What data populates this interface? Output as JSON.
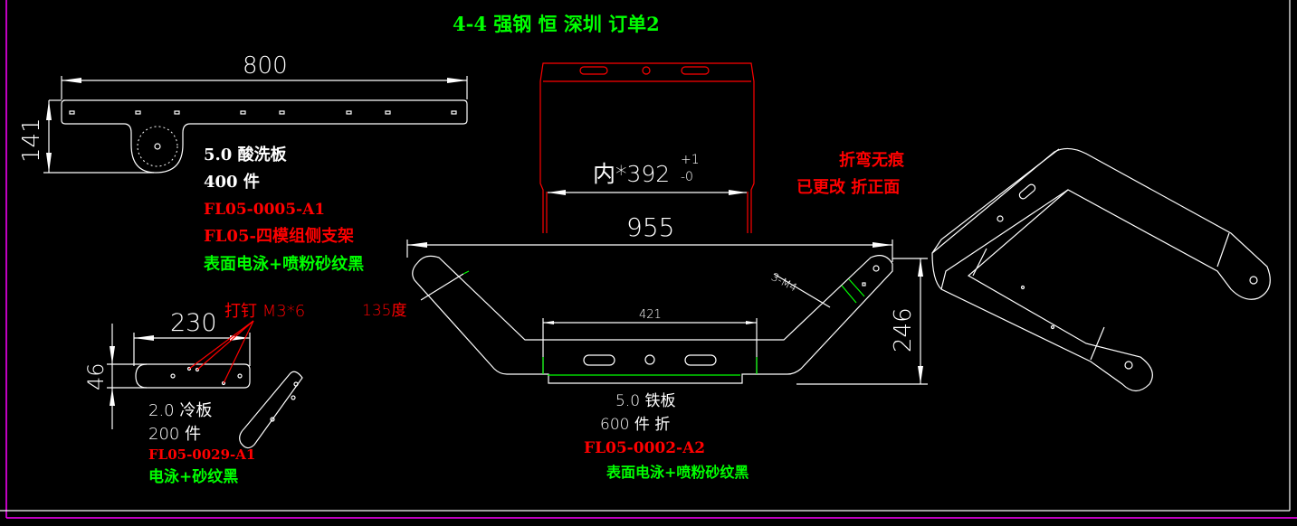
{
  "title": "4-4 强钢 恒 深圳 订单2",
  "colors": {
    "background": "#000000",
    "lines": "#ffffff",
    "red": "#ff0000",
    "green": "#00ff00",
    "frame": "#ff00ff"
  },
  "part1": {
    "dim_width": "800",
    "dim_height": "141",
    "thickness_material": "5.0 酸洗板",
    "quantity": "400 件",
    "part_no": "FL05-0005-A1",
    "part_name": "FL05-四模组侧支架",
    "finish": "表面电泳+喷粉砂纹黑"
  },
  "part2": {
    "dim_width": "230",
    "dim_height": "46",
    "rivet_note": "打钉 M3*6",
    "thickness_material": "2.0 冷板",
    "quantity": "200 件",
    "part_no": "FL05-0029-A1",
    "finish": "电泳+砂纹黑"
  },
  "part3": {
    "inner_dim": "内*392",
    "tol_plus": "+1",
    "tol_minus": "-0",
    "dim_width": "955",
    "dim_inner": "421",
    "dim_height": "246",
    "angle_note": "135度",
    "hole_note": "3-M4",
    "bend_note": "折弯无痕",
    "change_note": "已更改 折正面",
    "thickness_material": "5.0 铁板",
    "quantity": "600 件 折",
    "part_no": "FL05-0002-A2",
    "finish": "表面电泳+喷粉砂纹黑"
  }
}
